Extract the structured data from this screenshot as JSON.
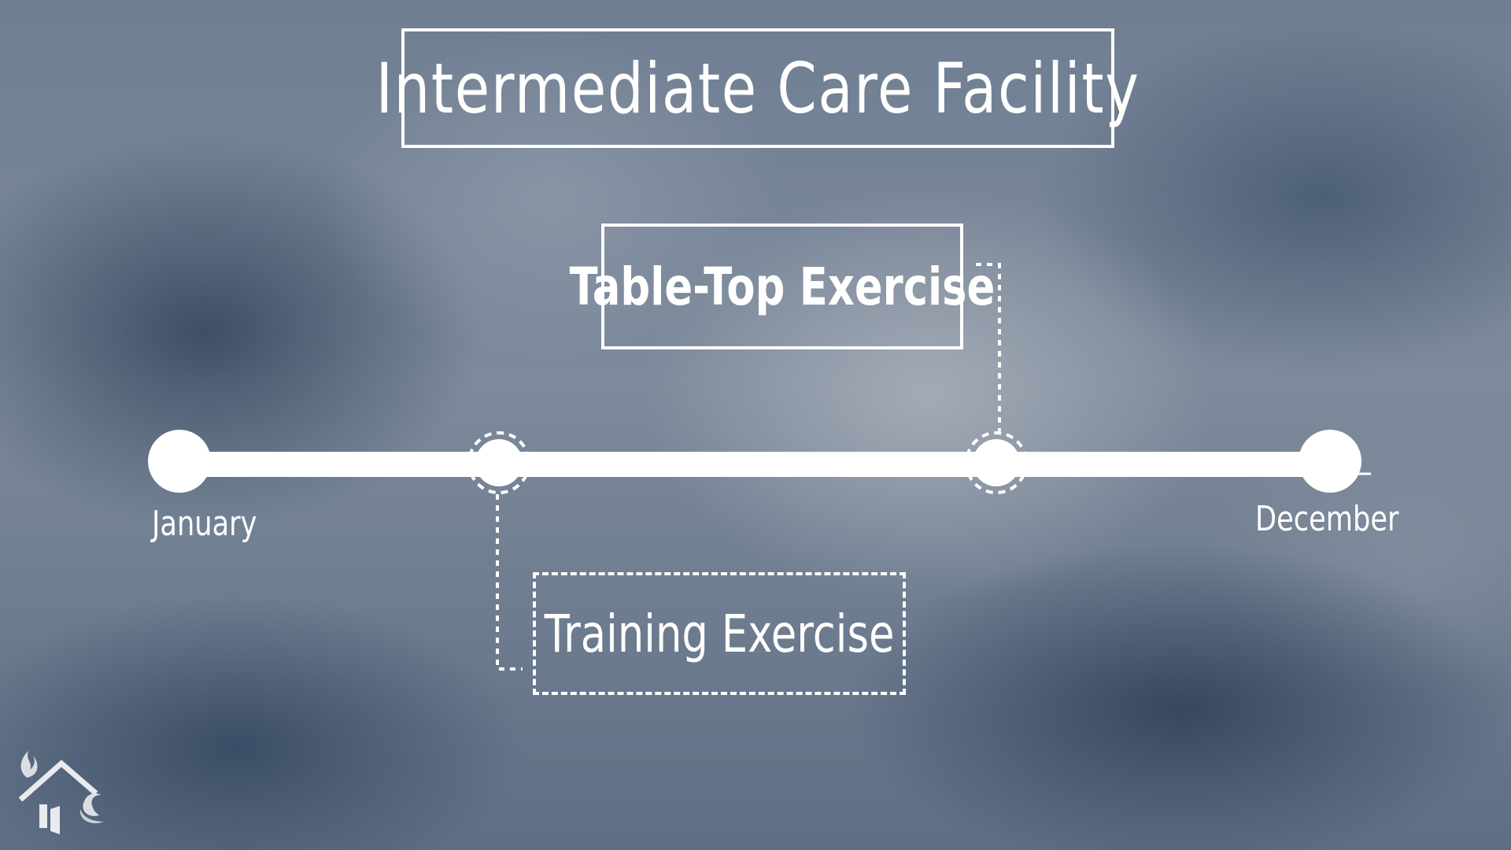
{
  "title": "Intermediate Care Facility",
  "timeline": {
    "start_label": "January",
    "end_label": "December"
  },
  "events": {
    "tabletop": {
      "label": "Table-Top Exercise"
    },
    "training": {
      "label": "Training Exercise"
    }
  },
  "colors": {
    "line": "#ffffff",
    "text": "#ffffff",
    "background": "#6f7e92"
  },
  "logo": {
    "icon": "house-with-flame-and-wave-icon"
  }
}
